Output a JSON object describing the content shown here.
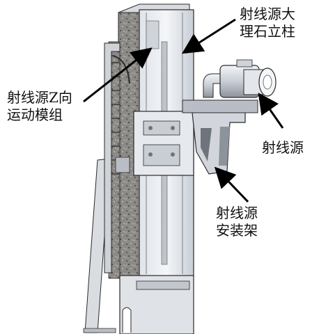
{
  "labels": {
    "granite_column": {
      "line1": "射线源大",
      "line2": "理石立柱"
    },
    "z_module": {
      "line1": "射线源Z向",
      "line2": "运动模组"
    },
    "source": {
      "line1": "射线源"
    },
    "mount": {
      "line1": "射线源",
      "line2": "安装架"
    }
  },
  "colors": {
    "granite": "#8c8a86",
    "metal_light": "#e6e9ee",
    "metal_mid": "#b9bec6",
    "metal_dark": "#6f747c",
    "outline": "#2a2a2a"
  }
}
